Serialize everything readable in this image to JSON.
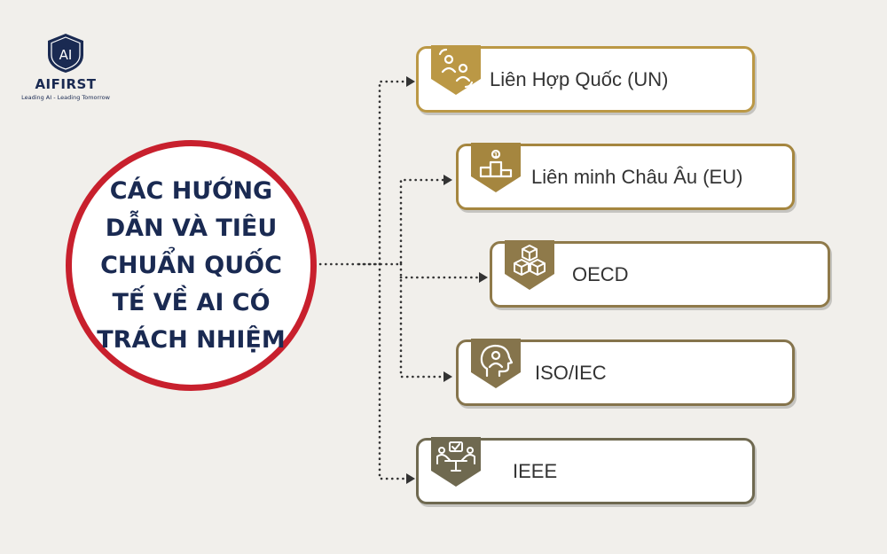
{
  "brand": {
    "name": "AIFIRST",
    "tagline": "Leading AI - Leading Tomorrow",
    "mark": "AI"
  },
  "center": {
    "title": "CÁC HƯỚNG DẪN VÀ TIÊU CHUẨN QUỐC TẾ VỀ AI CÓ TRÁCH NHIỆM"
  },
  "items": [
    {
      "label": "Liên Hợp Quốc (UN)",
      "icon": "people-exchange-icon",
      "color": "#bb9845"
    },
    {
      "label": "Liên minh Châu Âu (EU)",
      "icon": "podium-icon",
      "color": "#a5863f"
    },
    {
      "label": "OECD",
      "icon": "cubes-icon",
      "color": "#8f7a4a"
    },
    {
      "label": "ISO/IEC",
      "icon": "head-person-icon",
      "color": "#85744c"
    },
    {
      "label": "IEEE",
      "icon": "collaboration-icon",
      "color": "#6f6950"
    }
  ],
  "colors": {
    "background": "#f1efeb",
    "circle_border": "#c8202d",
    "title": "#1a2a52",
    "connector": "#333333"
  }
}
